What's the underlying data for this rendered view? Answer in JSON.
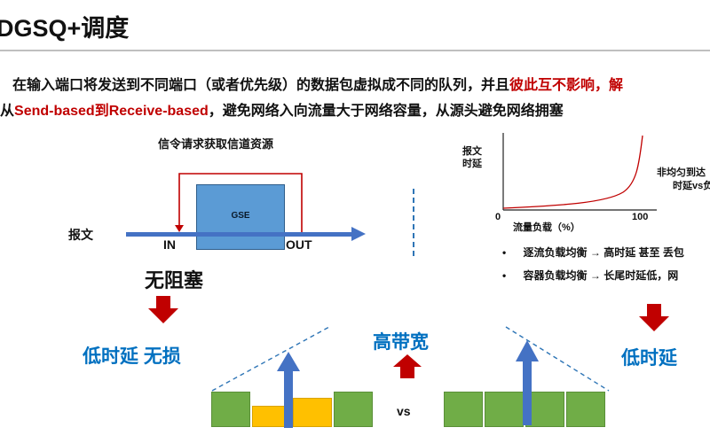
{
  "header": {
    "title": "DGSQ+调度"
  },
  "intro": {
    "line1_prefix": "在输入端口将发送到不同端口（或者优先级）的数据包虚拟成不同的队列，并且",
    "line1_red": "彼此互不影响，解",
    "line2_prefix": "从",
    "line2_red": "Send-based到Receive-based",
    "line2_suffix": "，避免网络入向流量大于网络容量，从源头避免网络拥塞"
  },
  "gse_diagram": {
    "caption": "信令请求获取信道资源",
    "box_label": "GSE",
    "packet_label": "报文",
    "in_label": "IN",
    "out_label": "OUT",
    "result": "无阻塞",
    "outcome": "低时延  无损"
  },
  "center": {
    "label": "高带宽",
    "vs": "vs"
  },
  "latency_chart": {
    "ylabel_line1": "报文",
    "ylabel_line2": "时延",
    "xlabel": "流量负载（%）",
    "x_origin": "0",
    "x_tick": "100",
    "note_line1": "非均匀到达",
    "note_line2": "时延vs负"
  },
  "bullets": [
    {
      "text": "逐流负载均衡 → 高时延 甚至 丢包"
    },
    {
      "text": "容器负载均衡 → 长尾时延低，网"
    }
  ],
  "right_outcome": "低时延",
  "colors": {
    "accent_blue": "#0070c0",
    "arrow_blue": "#4472c4",
    "gse_blue": "#5b9bd5",
    "red": "#c00000",
    "green": "#70ad47",
    "yellow": "#ffc000"
  },
  "bars_left": [
    {
      "color": "green",
      "level": 0.56
    },
    {
      "color": "yellow",
      "level": 0.34
    },
    {
      "color": "yellow",
      "level": 0.46
    },
    {
      "color": "green",
      "level": 0.56
    }
  ],
  "bars_right": [
    {
      "color": "green",
      "level": 0.56
    },
    {
      "color": "green",
      "level": 0.56
    },
    {
      "color": "green",
      "level": 0.56
    },
    {
      "color": "green",
      "level": 0.56
    }
  ]
}
